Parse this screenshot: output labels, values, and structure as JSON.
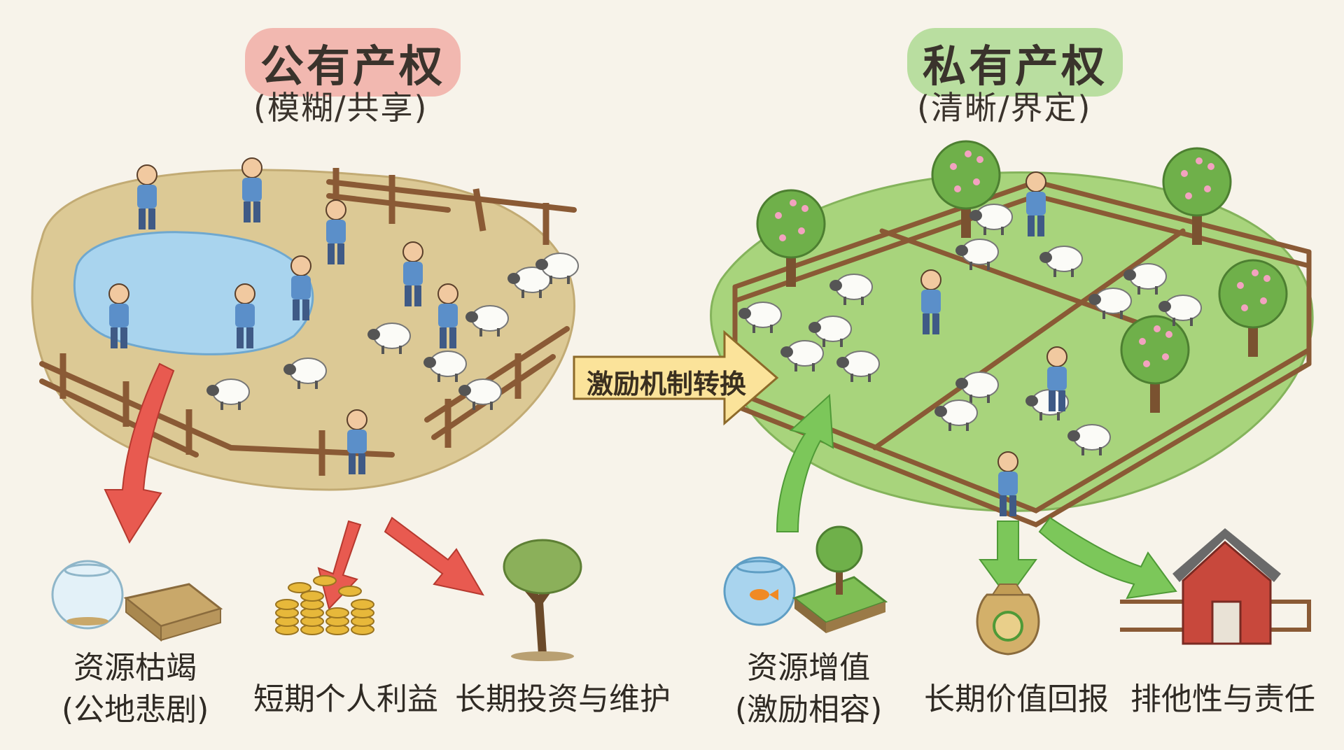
{
  "left": {
    "title": "公有产权",
    "subtitle": "(模糊/共享)",
    "title_bg": "#f2b8b0",
    "outcomes": [
      {
        "line1": "资源枯竭",
        "line2": "(公地悲剧)"
      },
      {
        "line1": "短期个人利益"
      },
      {
        "line1": "长期投资与维护"
      }
    ]
  },
  "right": {
    "title": "私有产权",
    "subtitle": "(清晰/界定)",
    "title_bg": "#b9dea0",
    "outcomes": [
      {
        "line1": "资源增值",
        "line2": "(激励相容)"
      },
      {
        "line1": "长期价值回报"
      },
      {
        "line1": "排他性与责任"
      }
    ]
  },
  "center_arrow": {
    "label": "激励机制转换",
    "fill": "#fbe39a"
  },
  "colors": {
    "red_arrow": "#e85a50",
    "green_arrow": "#7cc75a",
    "dirt": "#dcc995",
    "grass": "#a8d47c",
    "water": "#a9d4ee",
    "fence": "#8a5a35"
  }
}
